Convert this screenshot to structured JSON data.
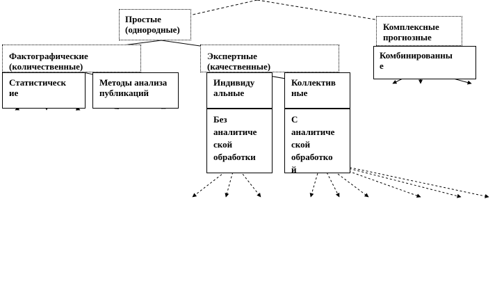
{
  "nodes": {
    "simple": "Простые\n(однородные)",
    "complex": "Комплексные\nпрогнозные",
    "factual": "Фактографические\n(количественные)",
    "expert": "Экспертные\n(качественные)",
    "statistical": "Статистическ\nие",
    "publication_methods": "Методы анализа\nпубликаций",
    "individual": "Индивиду\nальные",
    "collective": "Коллектив\nные",
    "combined": "Комбинированны\nе",
    "without_analysis": "Без\nаналитиче\nской\nобработки",
    "with_analysis": "С\nаналитиче\nской\nобработко\nй"
  },
  "colors": {
    "line": "#000000",
    "background": "#ffffff"
  }
}
